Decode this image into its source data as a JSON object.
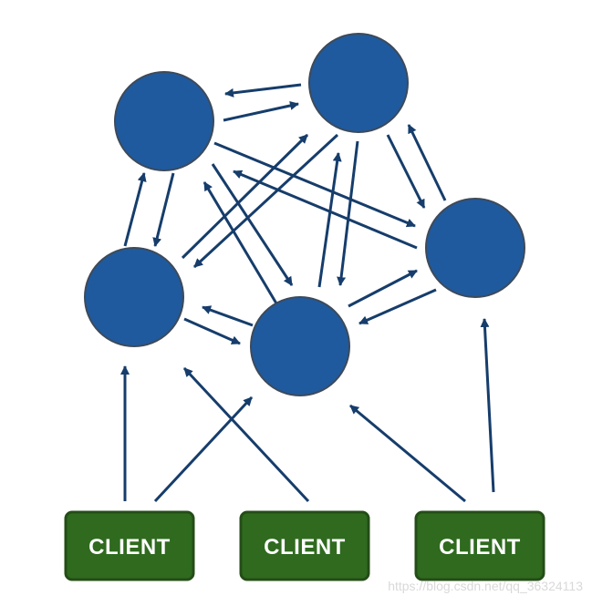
{
  "colors": {
    "node_fill": "#1f5a9e",
    "node_stroke": "#3d4a5a",
    "arrow": "#163d6b",
    "client_fill": "#2f6a1f",
    "client_stroke": "#244d17",
    "client_text": "#ffffff"
  },
  "nodes": [
    {
      "id": "node-top-left"
    },
    {
      "id": "node-top-right"
    },
    {
      "id": "node-right"
    },
    {
      "id": "node-left"
    },
    {
      "id": "node-center"
    }
  ],
  "clients": [
    {
      "id": "client-1",
      "label": "CLIENT"
    },
    {
      "id": "client-2",
      "label": "CLIENT"
    },
    {
      "id": "client-3",
      "label": "CLIENT"
    }
  ],
  "watermark": "https://blog.csdn.net/qq_36324113"
}
